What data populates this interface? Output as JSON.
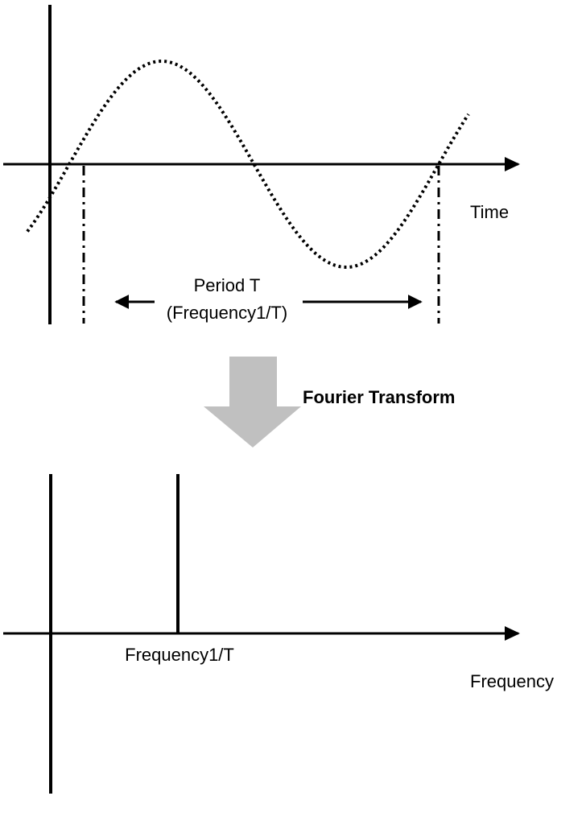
{
  "colors": {
    "ink": "#000000",
    "transform_arrow": "#c0c0c0",
    "background": "#ffffff"
  },
  "time_panel": {
    "axis_label": "Time",
    "period_label": "Period T",
    "frequency_note": "(Frequency1/T)",
    "waveform": "sine",
    "waveform_style": "dotted",
    "period_markers_style": "dash-dot"
  },
  "transform": {
    "label": "Fourier Transform",
    "icon": "down-arrow-icon"
  },
  "frequency_panel": {
    "axis_label": "Frequency",
    "peak_label": "Frequency1/T"
  }
}
